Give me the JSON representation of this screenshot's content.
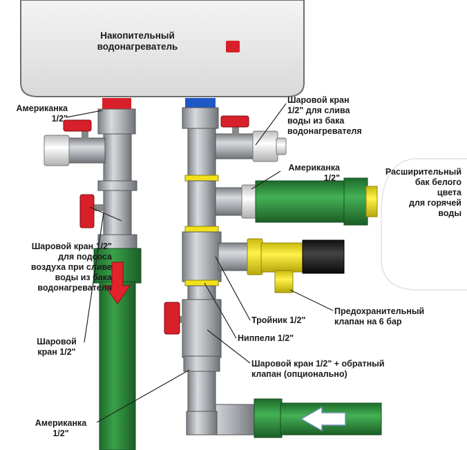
{
  "heater": {
    "line1": "Накопительный",
    "line2": "водонагреватель"
  },
  "labels": {
    "americanka_top": [
      "Американка",
      "1/2\""
    ],
    "ball_valve_drain": [
      "Шаровой кран",
      "1/2\" для слива",
      "воды из бака",
      "водонагревателя"
    ],
    "americanka_mid": [
      "Американка",
      "1/2\""
    ],
    "expansion_tank": [
      "Расширительный",
      "бак белого",
      "цвета",
      "для горячей",
      "воды"
    ],
    "ball_valve_air": [
      "Шаровой кран 1/2\"",
      "для подсоса",
      "воздуха при сливе",
      "воды из бака",
      "водонагревателя"
    ],
    "safety_valve": [
      "Предохранительный",
      "клапан на 6 бар"
    ],
    "tee": "Тройник 1/2\"",
    "nipples": "Ниппели 1/2\"",
    "ball_valve_left": [
      "Шаровой",
      "кран 1/2\""
    ],
    "ball_valve_check": [
      "Шаровой кран 1/2\" + обратный",
      "клапан (опционально)"
    ],
    "americanka_bottom": [
      "Американка",
      "1/2\""
    ]
  },
  "colors": {
    "pipe_gray": "#a9adb1",
    "hot_marker": "#d8202a",
    "cold_marker": "#1f57c4",
    "green_pipe": "#2e8a3a",
    "yellow": "#f2e21a",
    "handle_red": "#d8202a"
  }
}
